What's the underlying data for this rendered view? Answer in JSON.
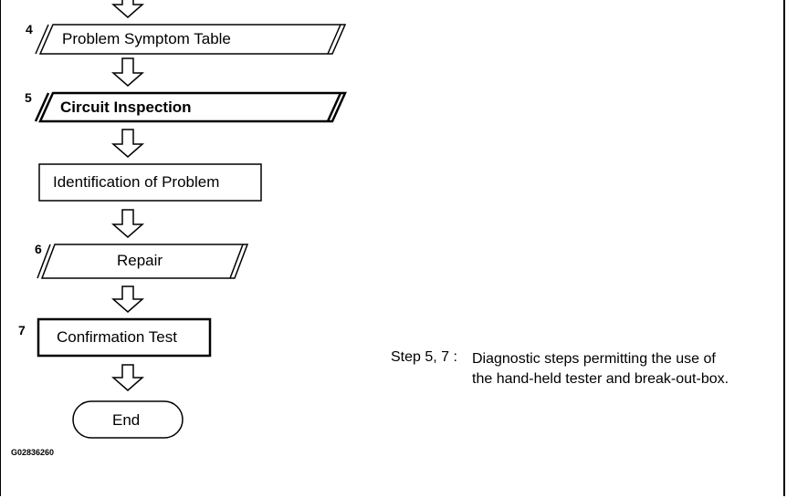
{
  "steps": [
    {
      "number": "4",
      "label": "Problem Symptom Table"
    },
    {
      "number": "5",
      "label": "Circuit Inspection"
    },
    {
      "number": "",
      "label": "Identification of Problem"
    },
    {
      "number": "6",
      "label": "Repair"
    },
    {
      "number": "7",
      "label": "Confirmation Test"
    },
    {
      "number": "",
      "label": "End"
    }
  ],
  "note": {
    "label": "Step 5, 7 :",
    "text": "Diagnostic steps permitting the use of the hand-held tester and break-out-box."
  },
  "figure_code": "G02836260"
}
